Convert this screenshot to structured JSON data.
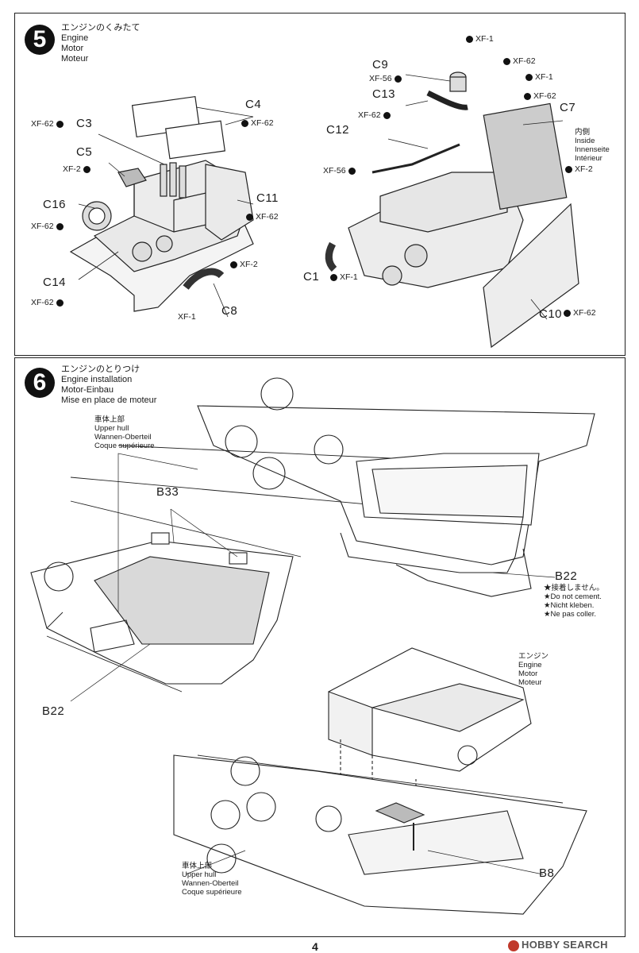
{
  "step5": {
    "number": "5",
    "title_jp": "エンジンのくみたて",
    "title_en": "Engine",
    "title_de": "Motor",
    "title_fr": "Moteur",
    "labels": {
      "c4": "C4",
      "c3": "C3",
      "c5": "C5",
      "c16": "C16",
      "c11": "C11",
      "c14": "C14",
      "c8": "C8",
      "c9": "C9",
      "c13": "C13",
      "c12": "C12",
      "c7": "C7",
      "c1": "C1",
      "c10": "C10"
    },
    "paints": {
      "xf62": "XF-62",
      "xf2": "XF-2",
      "xf1": "XF-1",
      "xf56": "XF-56"
    },
    "inside_jp": "内側",
    "inside_en": "Inside",
    "inside_de": "Innenseite",
    "inside_fr": "Intérieur"
  },
  "step6": {
    "number": "6",
    "title_jp": "エンジンのとりつけ",
    "title_en": "Engine installation",
    "title_de": "Motor-Einbau",
    "title_fr": "Mise en place de moteur",
    "upper_hull_jp": "車体上部",
    "upper_hull_en": "Upper hull",
    "upper_hull_de": "Wannen-Oberteil",
    "upper_hull_fr": "Coque supérieure",
    "labels": {
      "b33": "B33",
      "b22": "B22",
      "b8": "B8"
    },
    "cement_note_jp": "★接着しません。",
    "cement_note_en": "★Do not cement.",
    "cement_note_de": "★Nicht kleben.",
    "cement_note_fr": "★Ne pas coller.",
    "engine_jp": "エンジン",
    "engine_en": "Engine",
    "engine_de": "Motor",
    "engine_fr": "Moteur"
  },
  "page_number": "4",
  "watermark": "HOBBY SEARCH"
}
